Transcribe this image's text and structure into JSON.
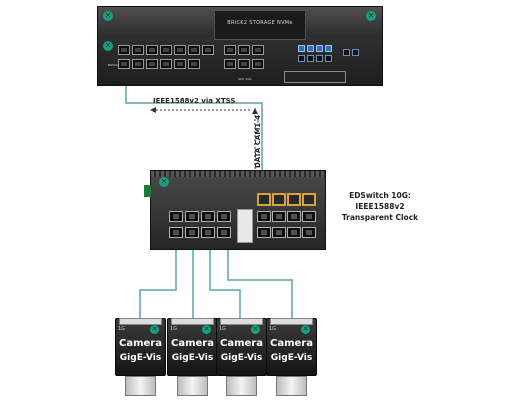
{
  "storage": {
    "brand": "BRICK2 STORAGE NVMe",
    "model_tag": "BRICK2",
    "small_labels": [
      "BRICK",
      "GPU 10G"
    ]
  },
  "switch": {
    "caption_lines": [
      "EDSwitch 10G:",
      "IEEE1588v2",
      "Transparent Clock"
    ]
  },
  "links": {
    "ptp_label": "IEEE1588v2 via XTSS",
    "data_label": "DATA CAM1-4"
  },
  "cameras": [
    {
      "tag": "1G",
      "name_line1": "Camera",
      "name_line2": "GigE-Vis"
    },
    {
      "tag": "1G",
      "name_line1": "Camera",
      "name_line2": "GigE-Vis"
    },
    {
      "tag": "1G",
      "name_line1": "Camera",
      "name_line2": "GigE-Vis"
    },
    {
      "tag": "1G",
      "name_line1": "Camera",
      "name_line2": "GigE-Vis"
    }
  ],
  "colors": {
    "cable": "#5aa6a6",
    "brand_icon": "#16a085",
    "sfp_amber": "#d6a43a"
  },
  "icons": {
    "brand_icon": "x-logo-icon"
  }
}
